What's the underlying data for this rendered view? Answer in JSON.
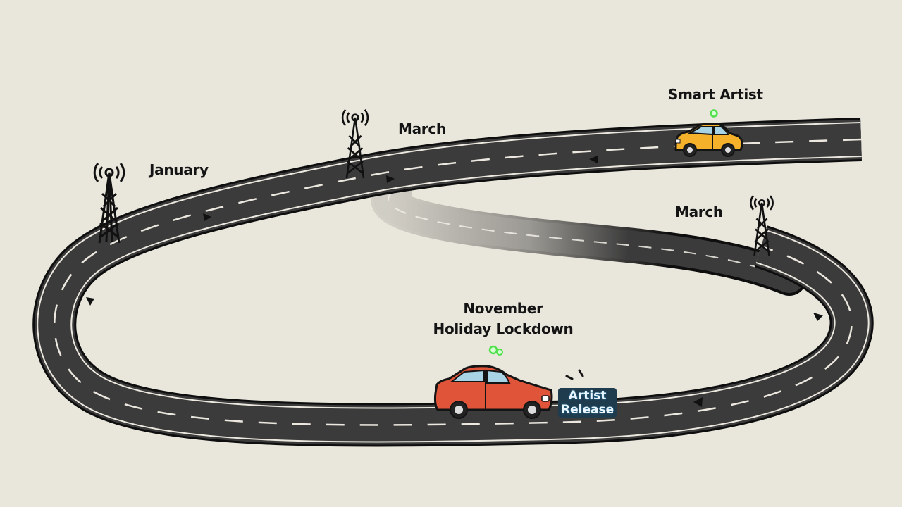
{
  "diagram": {
    "type": "road-timeline",
    "background": "#e9e6dc",
    "colors": {
      "road": "#3b3b3b",
      "road_edge": "#0e0e0e",
      "lane_marking": "#ece8df",
      "yellow_car": "#f6b12b",
      "red_car": "#e0553a",
      "signal_dot": "#5ee05a",
      "badge_bg": "#1f3b4e"
    },
    "milestones": [
      {
        "id": "january",
        "label": "January"
      },
      {
        "id": "march-top",
        "label": "March"
      },
      {
        "id": "march-right",
        "label": "March"
      },
      {
        "id": "smart-artist",
        "label": "Smart Artist"
      },
      {
        "id": "november",
        "label_line1": "November",
        "label_line2": "Holiday Lockdown"
      }
    ],
    "badge": {
      "line1": "Artist",
      "line2": "Release"
    },
    "icons": [
      "radio-tower-icon",
      "radio-tower-icon",
      "radio-tower-icon",
      "car-yellow-icon",
      "car-red-icon",
      "signal-dot-icon",
      "direction-arrow-icon"
    ]
  }
}
